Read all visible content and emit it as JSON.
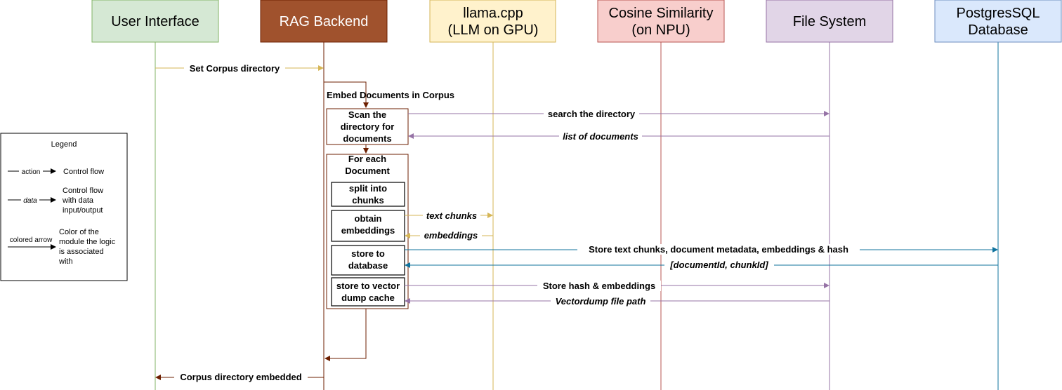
{
  "participants": {
    "ui": {
      "label": "User Interface",
      "fill": "#d5e8d4",
      "stroke": "#82b366",
      "line": "#82b366"
    },
    "rag": {
      "label": "RAG Backend",
      "fill": "#a0522d",
      "stroke": "#6d1f00",
      "line": "#6d1f00",
      "text_color": "#ffffff"
    },
    "llama": {
      "line1": "llama.cpp",
      "line2": "(LLM on GPU)",
      "fill": "#fff2cc",
      "stroke": "#d6b656",
      "line": "#d6b656"
    },
    "cosine": {
      "line1": "Cosine Similarity",
      "line2": "(on NPU)",
      "fill": "#f8cecc",
      "stroke": "#b85450",
      "line": "#b85450"
    },
    "fs": {
      "label": "File System",
      "fill": "#e1d5e7",
      "stroke": "#9673a6",
      "line": "#9673a6"
    },
    "db": {
      "line1": "PostgresSQL",
      "line2": "Database",
      "fill": "#dae8fc",
      "stroke": "#6c8ebf",
      "line": "#10739e"
    }
  },
  "messages": {
    "set_corpus": "Set Corpus directory",
    "embed_docs": "Embed Documents in Corpus",
    "search_dir": "search the directory",
    "list_docs": "list of documents",
    "text_chunks": "text chunks",
    "embeddings": "embeddings",
    "store_db": "Store text chunks, document metadata, embeddings & hash",
    "doc_ids": "[documentId, chunkId]",
    "store_hash": "Store hash & embeddings",
    "vectordump_path": "Vectordump file path",
    "corpus_embedded": "Corpus directory embedded"
  },
  "steps": {
    "scan": {
      "l1": "Scan the",
      "l2": "directory for",
      "l3": "documents"
    },
    "for_each": {
      "l1": "For each",
      "l2": "Document"
    },
    "split": {
      "l1": "split into",
      "l2": "chunks"
    },
    "obtain": {
      "l1": "obtain",
      "l2": "embeddings"
    },
    "store_db": {
      "l1": "store to",
      "l2": "database"
    },
    "store_vec": {
      "l1": "store to vector",
      "l2": "dump cache"
    }
  },
  "legend": {
    "title": "Legend",
    "row1_arrow": "action",
    "row1_desc": "Control flow",
    "row2_arrow": "data",
    "row2_desc_l1": "Control flow",
    "row2_desc_l2": "with data",
    "row2_desc_l3": "input/output",
    "row3_arrow": "colored arrow",
    "row3_desc_l1": "Color of the",
    "row3_desc_l2": "module the logic",
    "row3_desc_l3": "is associated",
    "row3_desc_l4": "with"
  },
  "colors": {
    "ui_arrow": "#d6b656",
    "rag_arrow": "#6d1f00",
    "llm_arrow": "#d6b656",
    "fs_arrow": "#9673a6",
    "db_arrow": "#10739e"
  }
}
